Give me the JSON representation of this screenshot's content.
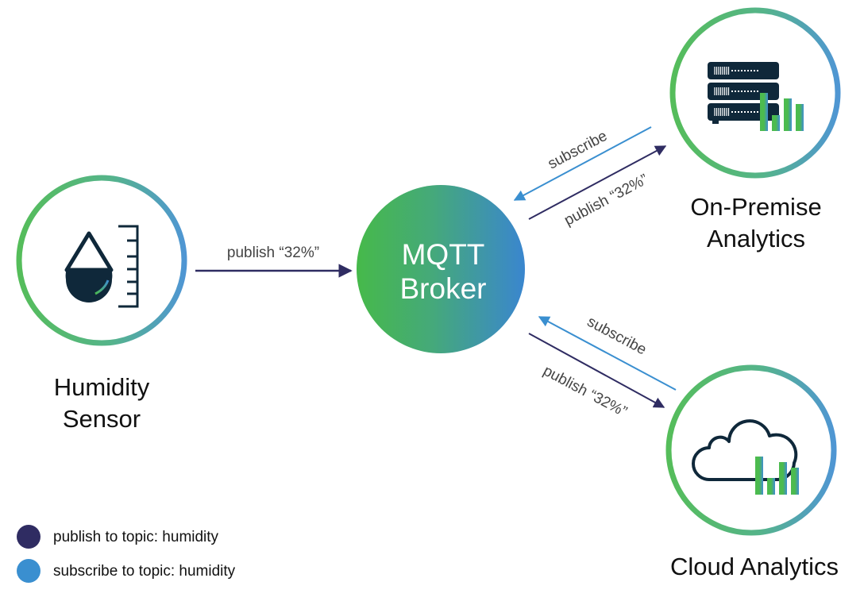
{
  "diagram": {
    "title": "MQTT publish/subscribe flow",
    "colors": {
      "publish": "#2f2c62",
      "subscribe": "#3a8fd0",
      "ring_green": "#55bd5a",
      "ring_blue": "#4f96d3",
      "icon_dark": "#0f283a"
    },
    "broker": {
      "line1": "MQTT",
      "line2": "Broker"
    },
    "nodes": {
      "sensor": {
        "line1": "Humidity",
        "line2": "Sensor",
        "icon": "humidity-drop-gauge-icon"
      },
      "on_premise": {
        "line1": "On-Premise",
        "line2": "Analytics",
        "icon": "server-rack-chart-icon"
      },
      "cloud": {
        "line1": "Cloud Analytics",
        "icon": "cloud-chart-icon"
      }
    },
    "edges": {
      "sensor_publish": {
        "label": "publish “32%”",
        "type": "publish",
        "from": "Humidity Sensor",
        "to": "MQTT Broker"
      },
      "onprem_subscribe": {
        "label": "subscribe",
        "type": "subscribe",
        "from": "On-Premise Analytics",
        "to": "MQTT Broker"
      },
      "onprem_publish": {
        "label": "publish “32%”",
        "type": "publish",
        "from": "MQTT Broker",
        "to": "On-Premise Analytics"
      },
      "cloud_subscribe": {
        "label": "subscribe",
        "type": "subscribe",
        "from": "Cloud Analytics",
        "to": "MQTT Broker"
      },
      "cloud_publish": {
        "label": "publish “32%”",
        "type": "publish",
        "from": "MQTT Broker",
        "to": "Cloud Analytics"
      }
    },
    "legend": [
      {
        "label": "publish to topic: humidity",
        "color": "#2f2c62"
      },
      {
        "label": "subscribe to topic: humidity",
        "color": "#3a8fd0"
      }
    ]
  }
}
